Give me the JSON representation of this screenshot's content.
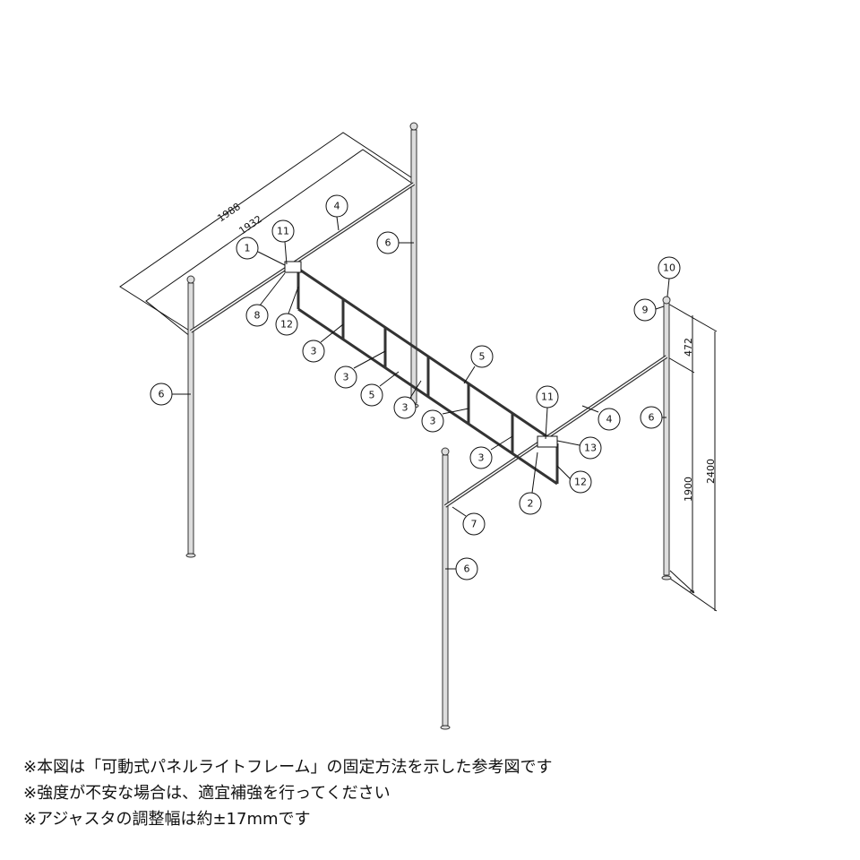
{
  "dimensions": {
    "outer_width": "1988",
    "inner_width": "1932",
    "top_offset": "472",
    "total_height": "2400",
    "beam_height": "1900"
  },
  "callouts": {
    "c1": "1",
    "c11a": "11",
    "c4a": "4",
    "c6a": "6",
    "c8": "8",
    "c12a": "12",
    "c3a": "3",
    "c3b": "3",
    "c5a": "5",
    "c5b": "5",
    "c3c": "3",
    "c3d": "3",
    "c3e": "3",
    "c11b": "11",
    "c4b": "4",
    "c6b": "6",
    "c13": "13",
    "c12b": "12",
    "c2": "2",
    "c7": "7",
    "c6c": "6",
    "c6d": "6",
    "c10": "10",
    "c9": "9"
  },
  "notes": [
    "※本図は「可動式パネルライトフレーム」の固定方法を示した参考図です",
    "※強度が不安な場合は、適宜補強を行ってください",
    "※アジャスタの調整幅は約±17mmです"
  ],
  "colors": {
    "line": "#111111",
    "frame": "#555555"
  }
}
